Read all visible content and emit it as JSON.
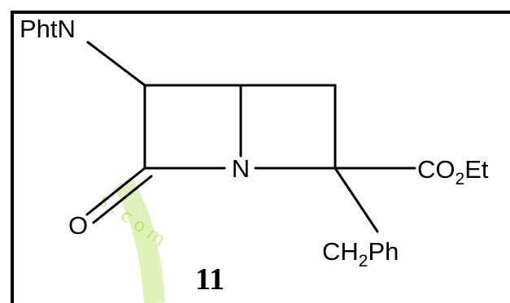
{
  "diagram": {
    "atoms": {
      "pht_n": "PhtN",
      "n": "N",
      "o": "O",
      "ester": {
        "main": "CO",
        "sub": "2",
        "tail": "Et"
      },
      "benzyl": {
        "main": "CH",
        "sub": "2",
        "tail": "Ph"
      }
    },
    "compound_number": "11",
    "watermark_text": "s . c o m",
    "colors": {
      "bond": "#000000",
      "border": "#000000",
      "text": "#000000",
      "watermark": "#a8d63a"
    }
  }
}
